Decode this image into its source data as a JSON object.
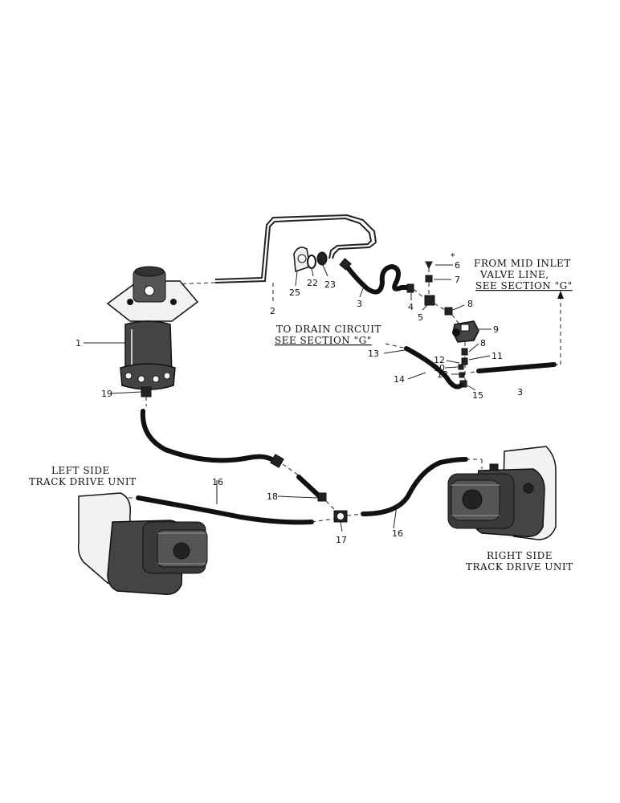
{
  "callouts": {
    "n1": "1",
    "n2": "2",
    "n3a": "3",
    "n3b": "3",
    "n4": "4",
    "n5": "5",
    "n6": "6",
    "n6_star": "*",
    "n7": "7",
    "n8a": "8",
    "n8b": "8",
    "n9": "9",
    "n10": "10",
    "n11": "11",
    "n12": "12",
    "n13a": "13",
    "n13b": "13",
    "n14": "14",
    "n15": "15",
    "n16a": "16",
    "n16b": "16",
    "n17": "17",
    "n18": "18",
    "n19": "19",
    "n22": "22",
    "n23": "23",
    "n25": "25"
  },
  "notes": {
    "mid_inlet_1": "FROM MID INLET",
    "mid_inlet_2": "VALVE LINE,",
    "mid_inlet_3": "SEE SECTION \"G\"",
    "drain_1": "TO DRAIN CIRCUIT",
    "drain_2": "SEE SECTION \"G\"",
    "left_1": "LEFT SIDE",
    "left_2": "TRACK DRIVE UNIT",
    "right_1": "RIGHT SIDE",
    "right_2": "TRACK DRIVE UNIT"
  },
  "icons": [
    "hydraulic-motor-icon",
    "track-drive-unit-icon",
    "hose-icon",
    "fitting-icon",
    "valve-icon"
  ]
}
